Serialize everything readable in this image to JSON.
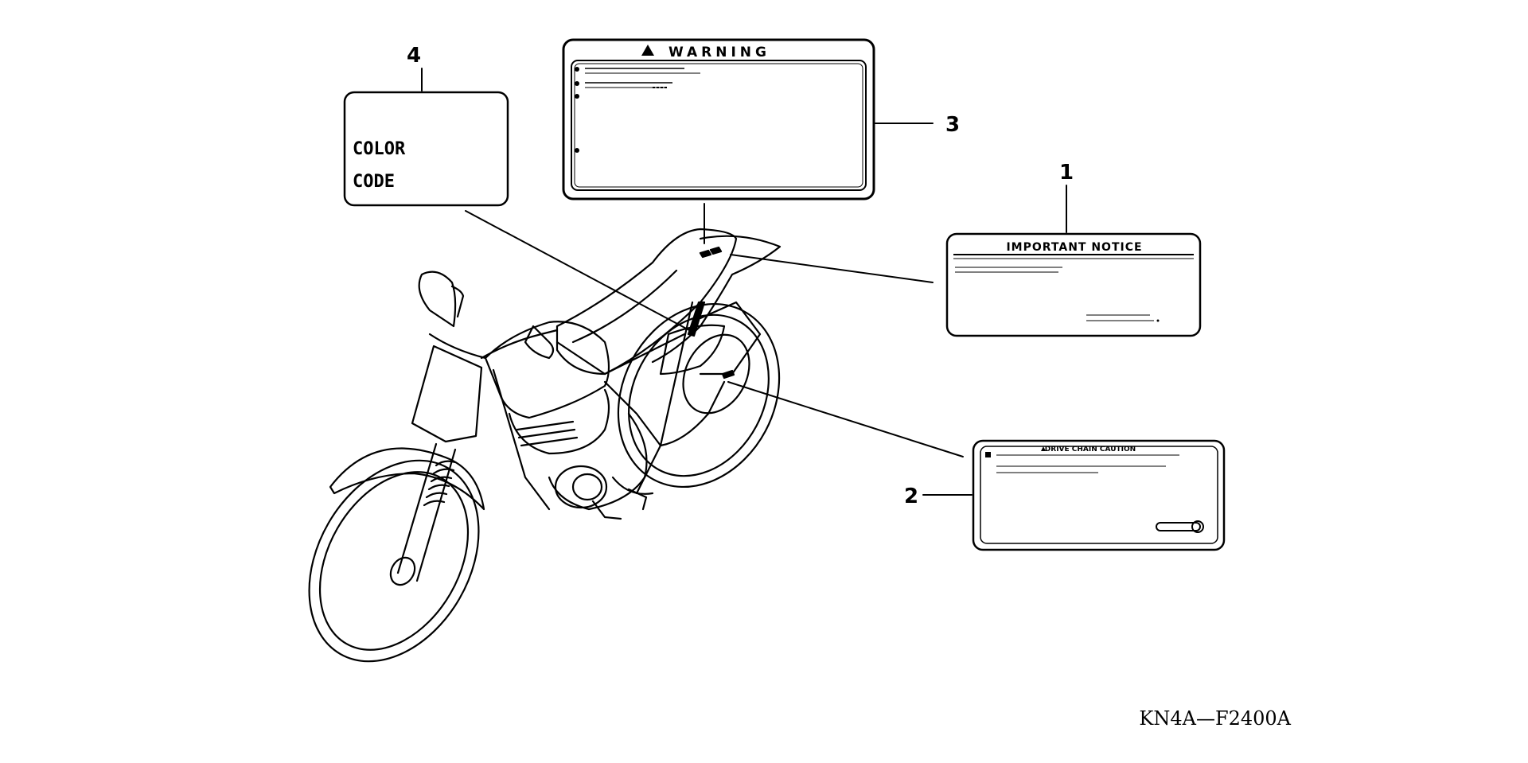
{
  "callouts": [
    "1",
    "2",
    "3",
    "4"
  ],
  "labels": {
    "warning": {
      "title": "WARNING"
    },
    "important_notice": {
      "title": "IMPORTANT NOTICE"
    },
    "drive_chain_caution": {
      "title": "DRIVE CHAIN CAUTION"
    },
    "color_code": {
      "line1": "COLOR",
      "line2": "CODE"
    }
  },
  "diagram_code": "KN4A—F2400A"
}
